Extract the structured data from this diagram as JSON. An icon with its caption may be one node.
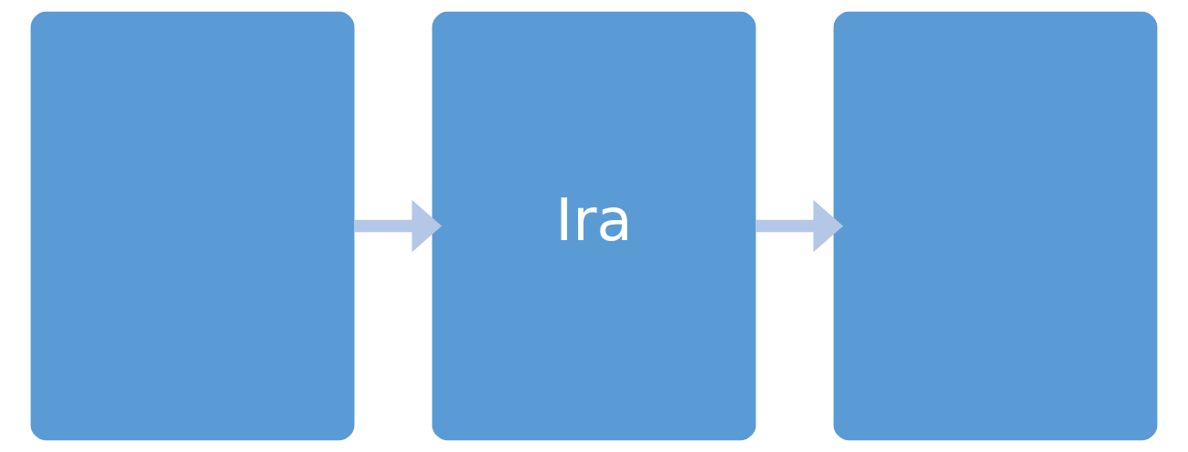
{
  "diagram": {
    "nodes": [
      {
        "text": [],
        "shape": "box"
      },
      {
        "text": [
          "Ira"
        ]
      },
      {
        "text": [],
        "shape": "box"
      }
    ],
    "edges": [
      {
        "from": 0,
        "to": 1,
        "arrow": "to"
      },
      {
        "from": 1,
        "to": 2,
        "arrow": "to"
      }
    ]
  }
}
